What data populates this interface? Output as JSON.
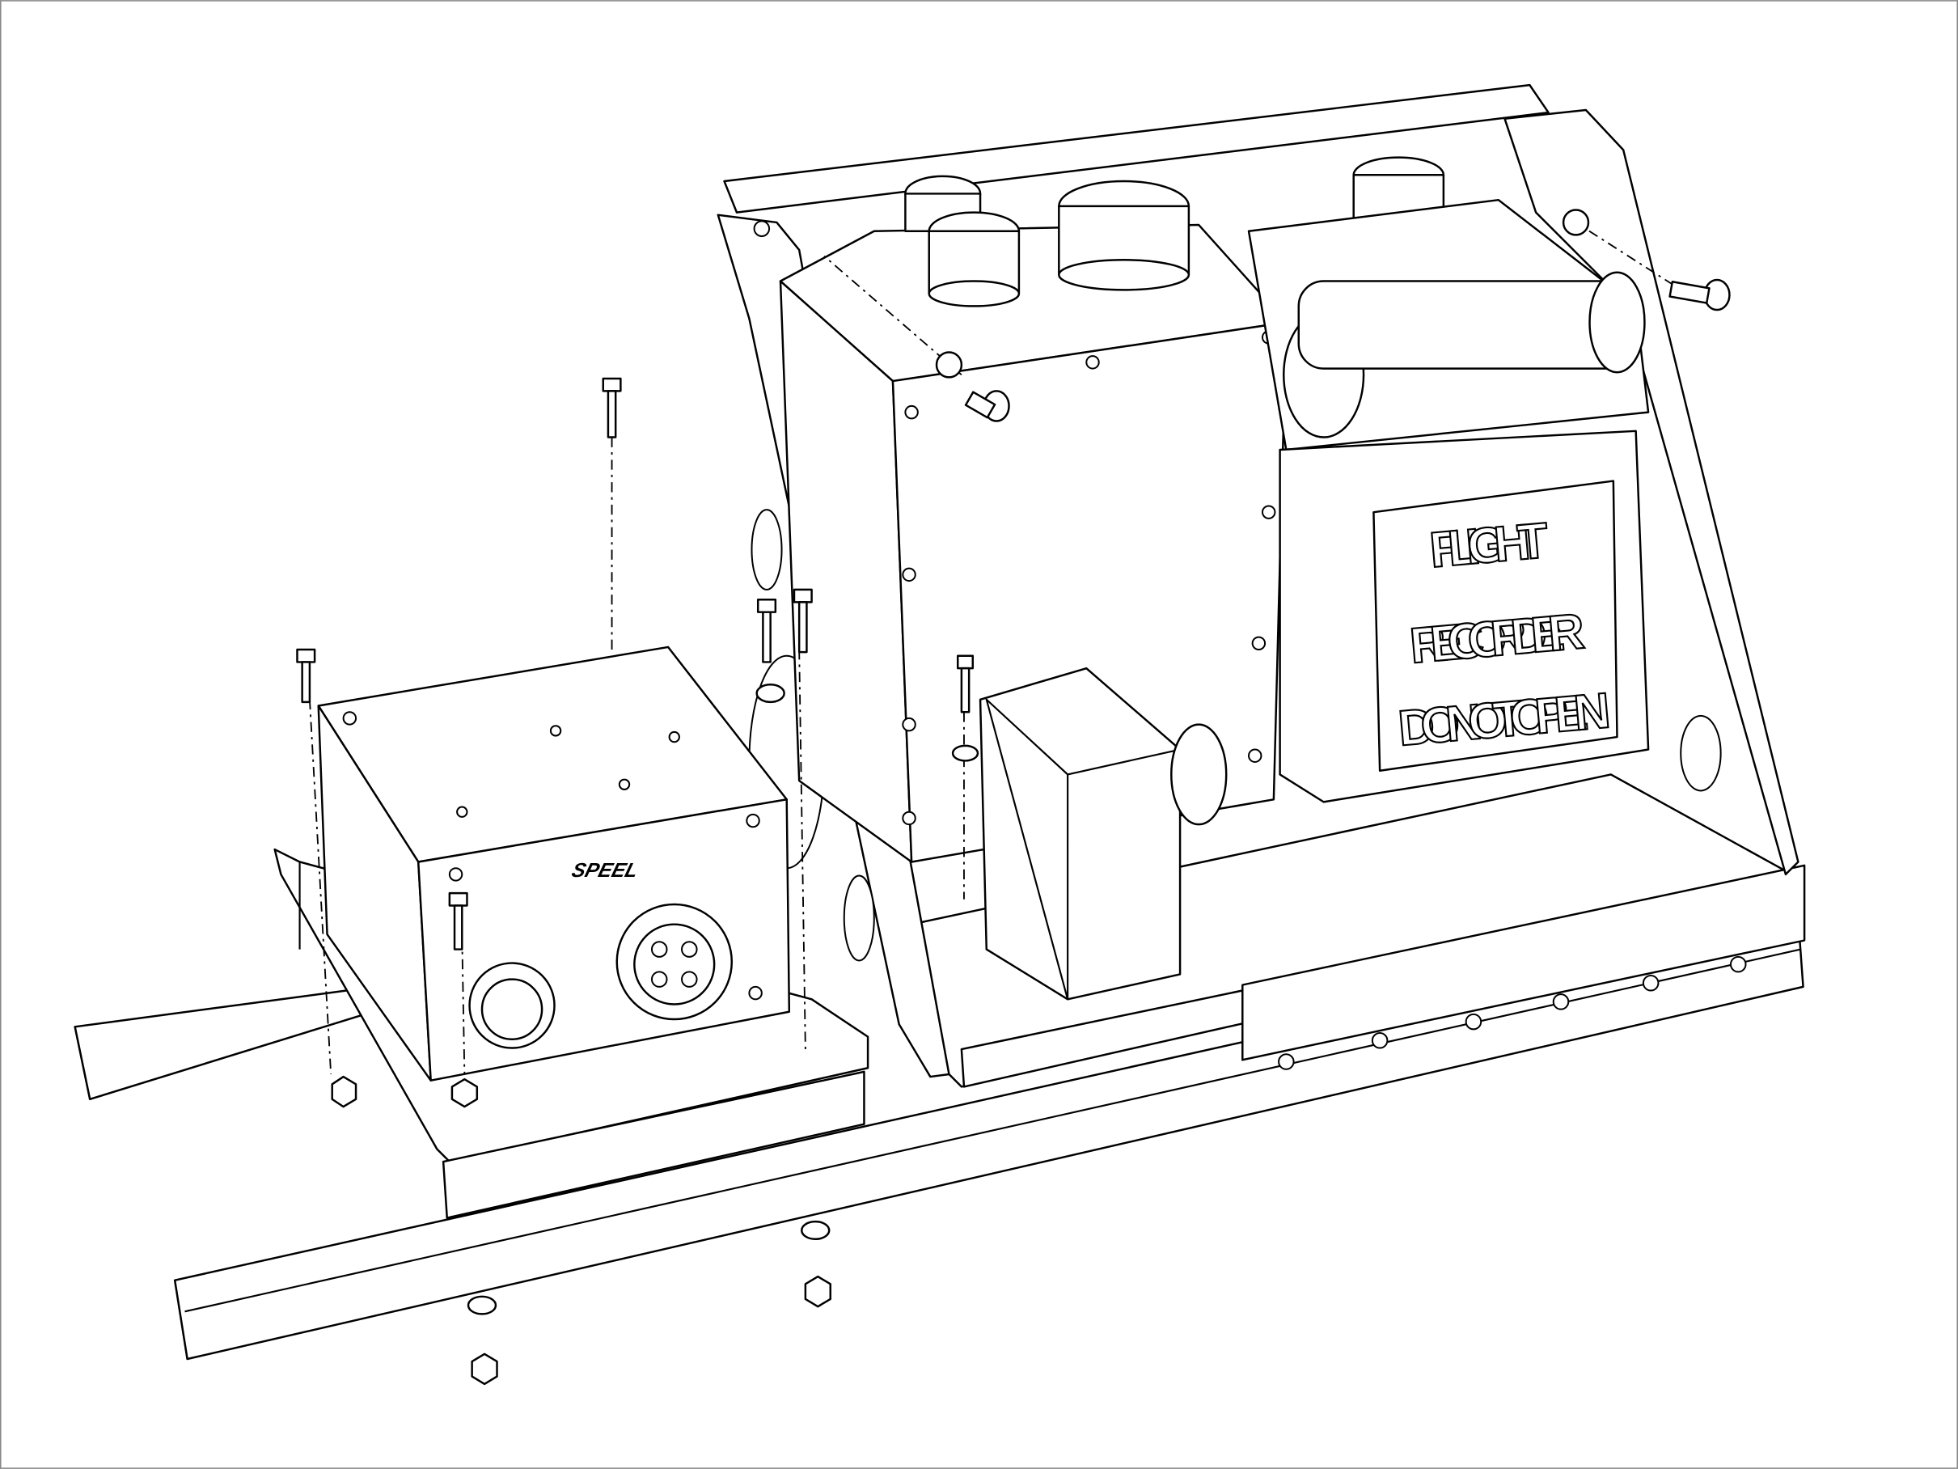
{
  "drawing": {
    "recorder_label": [
      "FLIGHT",
      "RECORDER",
      "DO NOT OPEN"
    ],
    "logo_text": "SPEEL",
    "colors": {
      "line": "#000000",
      "background": "#ffffff",
      "frame": "#888888"
    }
  }
}
